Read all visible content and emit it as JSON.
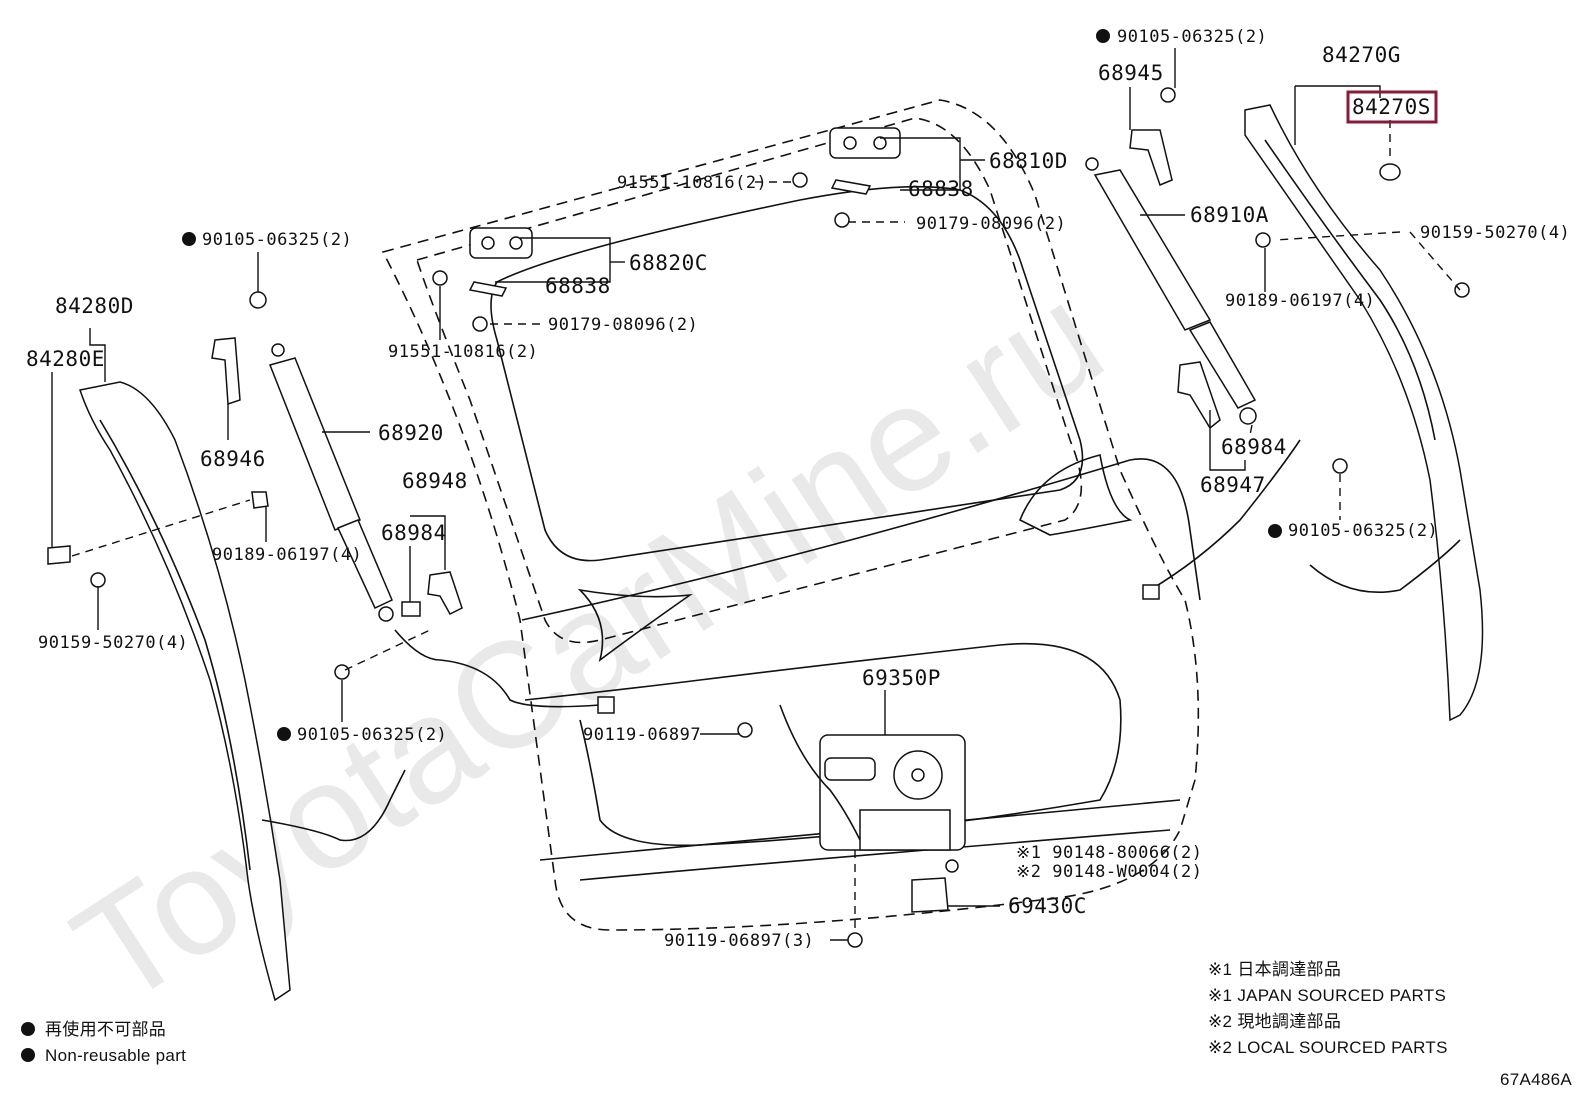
{
  "watermark": "ToyotaCarMine.ru",
  "diagram_code": "67A486A",
  "legend": {
    "nonreusable_jp": "再使用不可部品",
    "nonreusable_en": "Non-reusable part",
    "notes": [
      "※1 日本調達部品",
      "※1 JAPAN SOURCED PARTS",
      "※2 現地調達部品",
      "※2 LOCAL SOURCED PARTS"
    ]
  },
  "callouts": {
    "c_90105_top": "90105-06325(2)",
    "c_84270g": "84270G",
    "c_84270s": "84270S",
    "c_68945": "68945",
    "c_68810d": "68810D",
    "c_91551_top": "91551-10816(2)",
    "c_68838_top": "68838",
    "c_90179_top": "90179-08096(2)",
    "c_68910a": "68910A",
    "c_90159_right": "90159-50270(4)",
    "c_90189_right": "90189-06197(4)",
    "c_90105_leftup": "90105-06325(2)",
    "c_68820c": "68820C",
    "c_68838_mid": "68838",
    "c_90179_mid": "90179-08096(2)",
    "c_91551_mid": "91551-10816(2)",
    "c_84280d": "84280D",
    "c_84280e": "84280E",
    "c_68946": "68946",
    "c_68920": "68920",
    "c_68948": "68948",
    "c_68984_left": "68984",
    "c_68984_right": "68984",
    "c_68947": "68947",
    "c_90105_right": "90105-06325(2)",
    "c_90189_left": "90189-06197(4)",
    "c_90159_left": "90159-50270(4)",
    "c_90105_leftlow": "90105-06325(2)",
    "c_69350p": "69350P",
    "c_90119_mid": "90119-06897",
    "c_90148_1": "※1 90148-80066(2)",
    "c_90148_2": "※2 90148-W0004(2)",
    "c_69430c": "69430C",
    "c_90119_bottom": "90119-06897(3)"
  }
}
